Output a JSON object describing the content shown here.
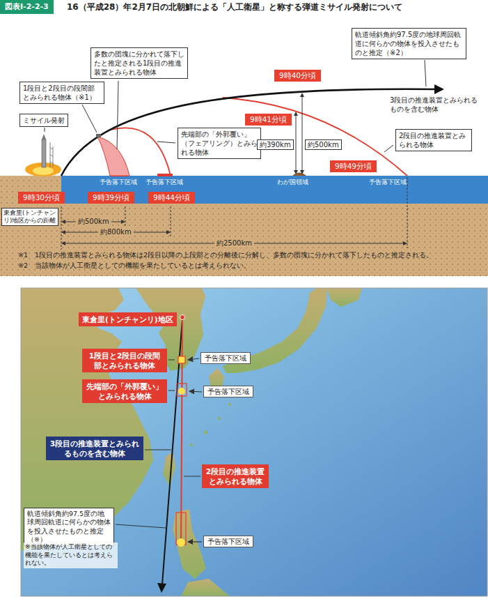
{
  "diagram": {
    "title": "16（平成28）年2月7日の北朝鮮による「人工衛星」と称する弾道ミサイル発射について",
    "nodes": [
      {
        "text": [
          "図表Ⅰ-2-2-3"
        ]
      },
      {
        "text": [
          "ミサイル発射"
        ]
      },
      {
        "text": [
          "1段目と2段目の段間部とみられる物体（※1）"
        ]
      },
      {
        "text": [
          "多数の団塊に分かれて落下したと推定される1段目の推進装置とみられる物体"
        ]
      },
      {
        "text": [
          "先端部の「外郭覆い」（フェアリング）とみられる物体"
        ]
      },
      {
        "text": [
          "軌道傾斜角約97.5度の地球周回軌道に何らかの物体を投入させたものと推定（※2）"
        ]
      },
      {
        "text": [
          "9時40分頃"
        ]
      },
      {
        "text": [
          "9時41分頃"
        ]
      },
      {
        "text": [
          "2段目の推進装置とみられる物体"
        ]
      },
      {
        "text": [
          "9時49分頃"
        ]
      },
      {
        "text": [
          "約390km"
        ]
      },
      {
        "text": [
          "約500km"
        ]
      },
      {
        "text": [
          "9時30分頃"
        ]
      },
      {
        "text": [
          "9時39分頃"
        ]
      },
      {
        "text": [
          "9時44分頃"
        ]
      },
      {
        "text": [
          "東倉里(トンチャンリ)地区からの距離"
        ]
      },
      {
        "text": [
          "東倉里(トンチャンリ)地区"
        ]
      },
      {
        "text": [
          "1段目と2段目の段間部とみられる物体"
        ]
      },
      {
        "text": [
          "予告落下区域"
        ]
      },
      {
        "text": [
          "先端部の「外郭覆い」とみられる物体"
        ]
      },
      {
        "text": [
          "予告落下区域"
        ]
      },
      {
        "text": [
          "3段目の推進装置とみられるものを含む物体"
        ]
      },
      {
        "text": [
          "2段目の推進装置とみられる物体"
        ]
      },
      {
        "text": [
          "軌道傾斜角約97.5度の地球周回軌道に何らかの物体を投入させたものと推定（※）"
        ]
      },
      {
        "text": [
          "予告落下区域"
        ]
      }
    ],
    "labels": [
      "3段目の推進装置とみられるものを含む物体",
      "予告落下区域",
      "予告落下区域",
      "わが国領域",
      "予告落下区域",
      "約500km",
      "約800km",
      "約2500km",
      "※1　1段目の推進装置とみられる物体は2段目以降の上段部との分離後に分解し、多数の団塊に分かれて落下したものと推定される。",
      "※2　当該物体が人工衛星としての機能を果たしているとは考えられない。",
      "※当該物体が人工衛星としての機能を果たしているとは考えられない。"
    ]
  }
}
